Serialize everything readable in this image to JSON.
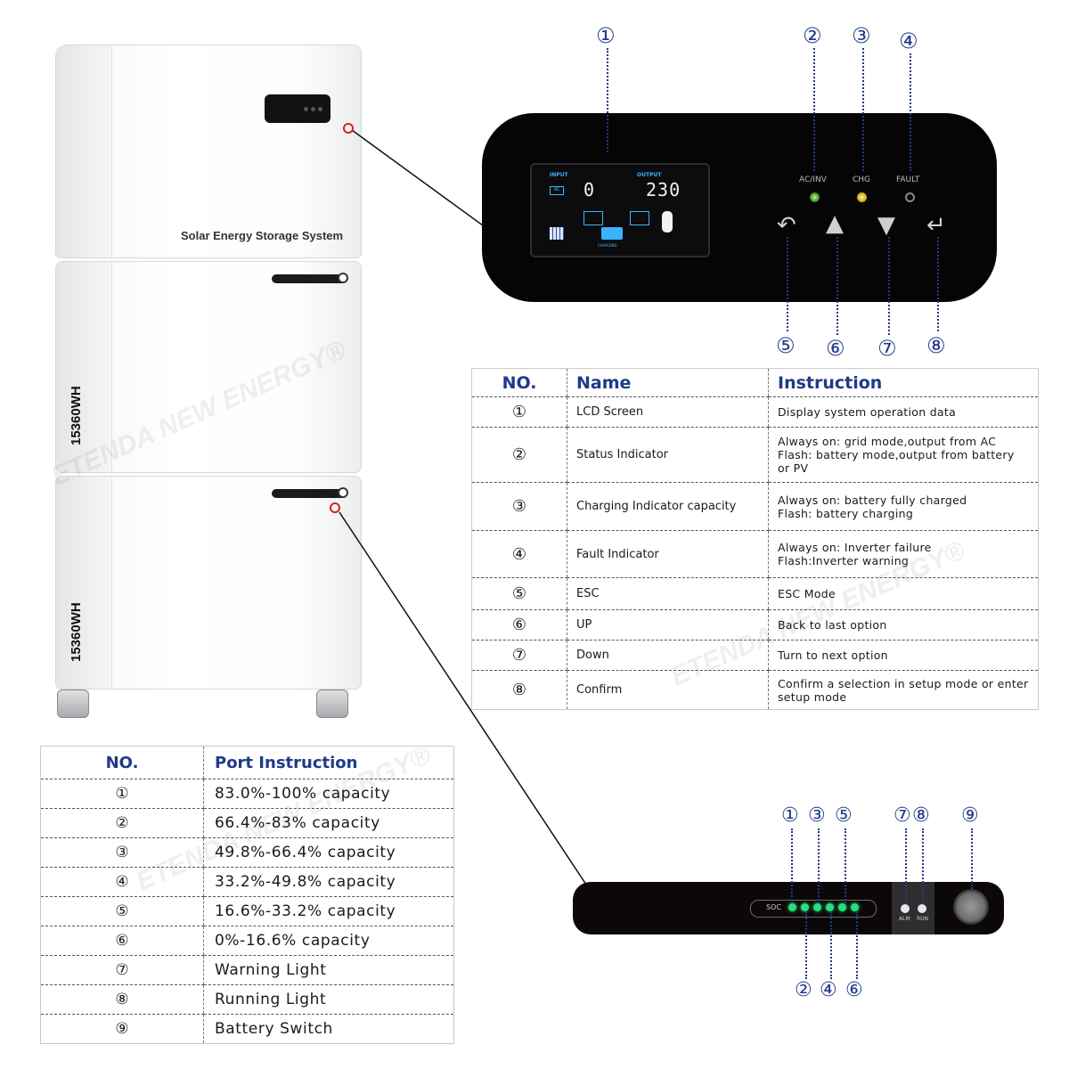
{
  "product": {
    "cabinet_title": "Solar Energy Storage System",
    "module_capacity_labels": [
      "15360WH",
      "15360WH"
    ],
    "watermark": "ETENDA NEW ENERGY®"
  },
  "control_panel": {
    "lcd": {
      "input_label": "INPUT",
      "output_label": "OUTPUT",
      "input_value": "0",
      "output_value": "230",
      "charging_text": "CHARGING"
    },
    "indicators": [
      "AC/INV",
      "CHG",
      "FAULT"
    ],
    "callouts_top": [
      "①",
      "②",
      "③",
      "④"
    ],
    "callouts_bottom": [
      "⑤",
      "⑥",
      "⑦",
      "⑧"
    ]
  },
  "battery_module": {
    "soc_label": "SOC",
    "alm_label": "ALM",
    "run_label": "RUN",
    "callouts_top": [
      "①",
      "③",
      "⑤",
      "⑦",
      "⑧",
      "⑨"
    ],
    "callouts_bottom": [
      "②",
      "④",
      "⑥"
    ]
  },
  "colors": {
    "heading_blue": "#1f3a8a",
    "led_green": "#27e07a",
    "led_yellow": "#f2d21b",
    "marker_red": "#d32020"
  },
  "panel_table": {
    "headers": [
      "NO.",
      "Name",
      "Instruction"
    ],
    "rows": [
      {
        "no": "①",
        "name": "LCD Screen",
        "instruction": "Display system operation data"
      },
      {
        "no": "②",
        "name": "Status Indicator",
        "instruction": "Always on: grid mode,output from AC\nFlash: battery mode,output from battery or PV"
      },
      {
        "no": "③",
        "name": "Charging Indicator capacity",
        "instruction": "Always on: battery fully charged\nFlash: battery charging"
      },
      {
        "no": "④",
        "name": "Fault Indicator",
        "instruction": "Always on: Inverter failure\nFlash:Inverter warning"
      },
      {
        "no": "⑤",
        "name": "ESC",
        "instruction": "ESC Mode"
      },
      {
        "no": "⑥",
        "name": "UP",
        "instruction": "Back to last option"
      },
      {
        "no": "⑦",
        "name": "Down",
        "instruction": "Turn to next option"
      },
      {
        "no": "⑧",
        "name": "Confirm",
        "instruction": "Confirm a selection in setup mode or enter setup mode"
      }
    ]
  },
  "port_table": {
    "headers": [
      "NO.",
      "Port Instruction"
    ],
    "rows": [
      {
        "no": "①",
        "text": "83.0%-100% capacity"
      },
      {
        "no": "②",
        "text": "66.4%-83% capacity"
      },
      {
        "no": "③",
        "text": "49.8%-66.4% capacity"
      },
      {
        "no": "④",
        "text": "33.2%-49.8% capacity"
      },
      {
        "no": "⑤",
        "text": "16.6%-33.2% capacity"
      },
      {
        "no": "⑥",
        "text": "0%-16.6% capacity"
      },
      {
        "no": "⑦",
        "text": "Warning Light"
      },
      {
        "no": "⑧",
        "text": "Running Light"
      },
      {
        "no": "⑨",
        "text": "Battery Switch"
      }
    ]
  }
}
